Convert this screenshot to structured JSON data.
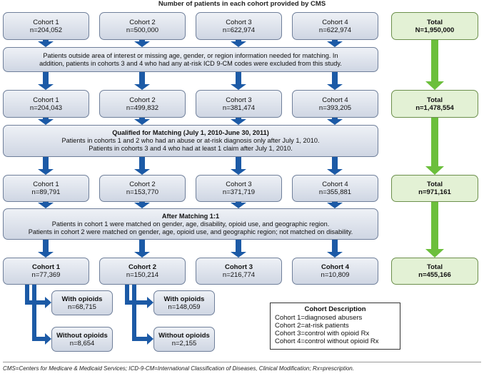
{
  "title": "Number of patients in each cohort provided by CMS",
  "row1": {
    "cohorts": [
      {
        "name": "Cohort 1",
        "n": "n=204,052"
      },
      {
        "name": "Cohort 2",
        "n": "n=500,000"
      },
      {
        "name": "Cohort 3",
        "n": "n=622,974"
      },
      {
        "name": "Cohort 4",
        "n": "n=622,974"
      }
    ],
    "total": {
      "name": "Total",
      "n": "N=1,950,000"
    }
  },
  "exclusion": {
    "line1": "Patients outside area of interest or missing age, gender, or region information needed for matching. In",
    "line2": "addition, patients in cohorts 3 and 4 who had any at-risk ICD 9-CM codes were excluded from this study."
  },
  "row2": {
    "cohorts": [
      {
        "name": "Cohort 1",
        "n": "n=204,043"
      },
      {
        "name": "Cohort 2",
        "n": "n=499,832"
      },
      {
        "name": "Cohort 3",
        "n": "n=381,474"
      },
      {
        "name": "Cohort 4",
        "n": "n=393,205"
      }
    ],
    "total": {
      "name": "Total",
      "n": "n=1,478,554"
    }
  },
  "qualified": {
    "heading": "Qualified for Matching (July 1, 2010-June 30, 2011)",
    "line1": "Patients in cohorts 1 and 2 who had an abuse or at-risk diagnosis only after July 1, 2010.",
    "line2": "Patients in cohorts 3 and 4 who had at least 1 claim after July 1, 2010."
  },
  "row3": {
    "cohorts": [
      {
        "name": "Cohort 1",
        "n": "n=89,791"
      },
      {
        "name": "Cohort 2",
        "n": "n=153,770"
      },
      {
        "name": "Cohort 3",
        "n": "n=371,719"
      },
      {
        "name": "Cohort 4",
        "n": "n=355,881"
      }
    ],
    "total": {
      "name": "Total",
      "n": "n=971,161"
    }
  },
  "matching": {
    "heading": "After Matching 1:1",
    "line1": "Patients in cohort 1 were matched on gender, age, disability, opioid use, and geographic region.",
    "line2": "Patients in cohort 2 were matched on gender, age, opioid use, and geographic region; not matched on disability."
  },
  "row4": {
    "cohorts": [
      {
        "name": "Cohort 1",
        "n": "n=77,369"
      },
      {
        "name": "Cohort 2",
        "n": "n=150,214"
      },
      {
        "name": "Cohort 3",
        "n": "n=216,774"
      },
      {
        "name": "Cohort 4",
        "n": "n=10,809"
      }
    ],
    "total": {
      "name": "Total",
      "n": "n=455,166"
    }
  },
  "subgroups": {
    "c1_with": {
      "name": "With opioids",
      "n": "n=68,715"
    },
    "c1_without": {
      "name": "Without opioids",
      "n": "n=8,654"
    },
    "c2_with": {
      "name": "With opioids",
      "n": "n=148,059"
    },
    "c2_without": {
      "name": "Without opioids",
      "n": "n=2,155"
    }
  },
  "legend": {
    "title": "Cohort Description",
    "items": [
      "Cohort 1=diagnosed abusers",
      "Cohort 2=at-risk patients",
      "Cohort 3=control with opioid Rx",
      "Cohort 4=control without opioid Rx"
    ]
  },
  "footnote": "CMS=Centers for Medicare & Medicaid Services; ICD-9-CM=International Classification of Diseases, Clinical Modification; Rx=prescription.",
  "colors": {
    "blue_arrow": "#1c5aa6",
    "green_arrow": "#6cbf3c",
    "box_fill": "#dde3ec",
    "total_fill": "#e3f1d5"
  }
}
